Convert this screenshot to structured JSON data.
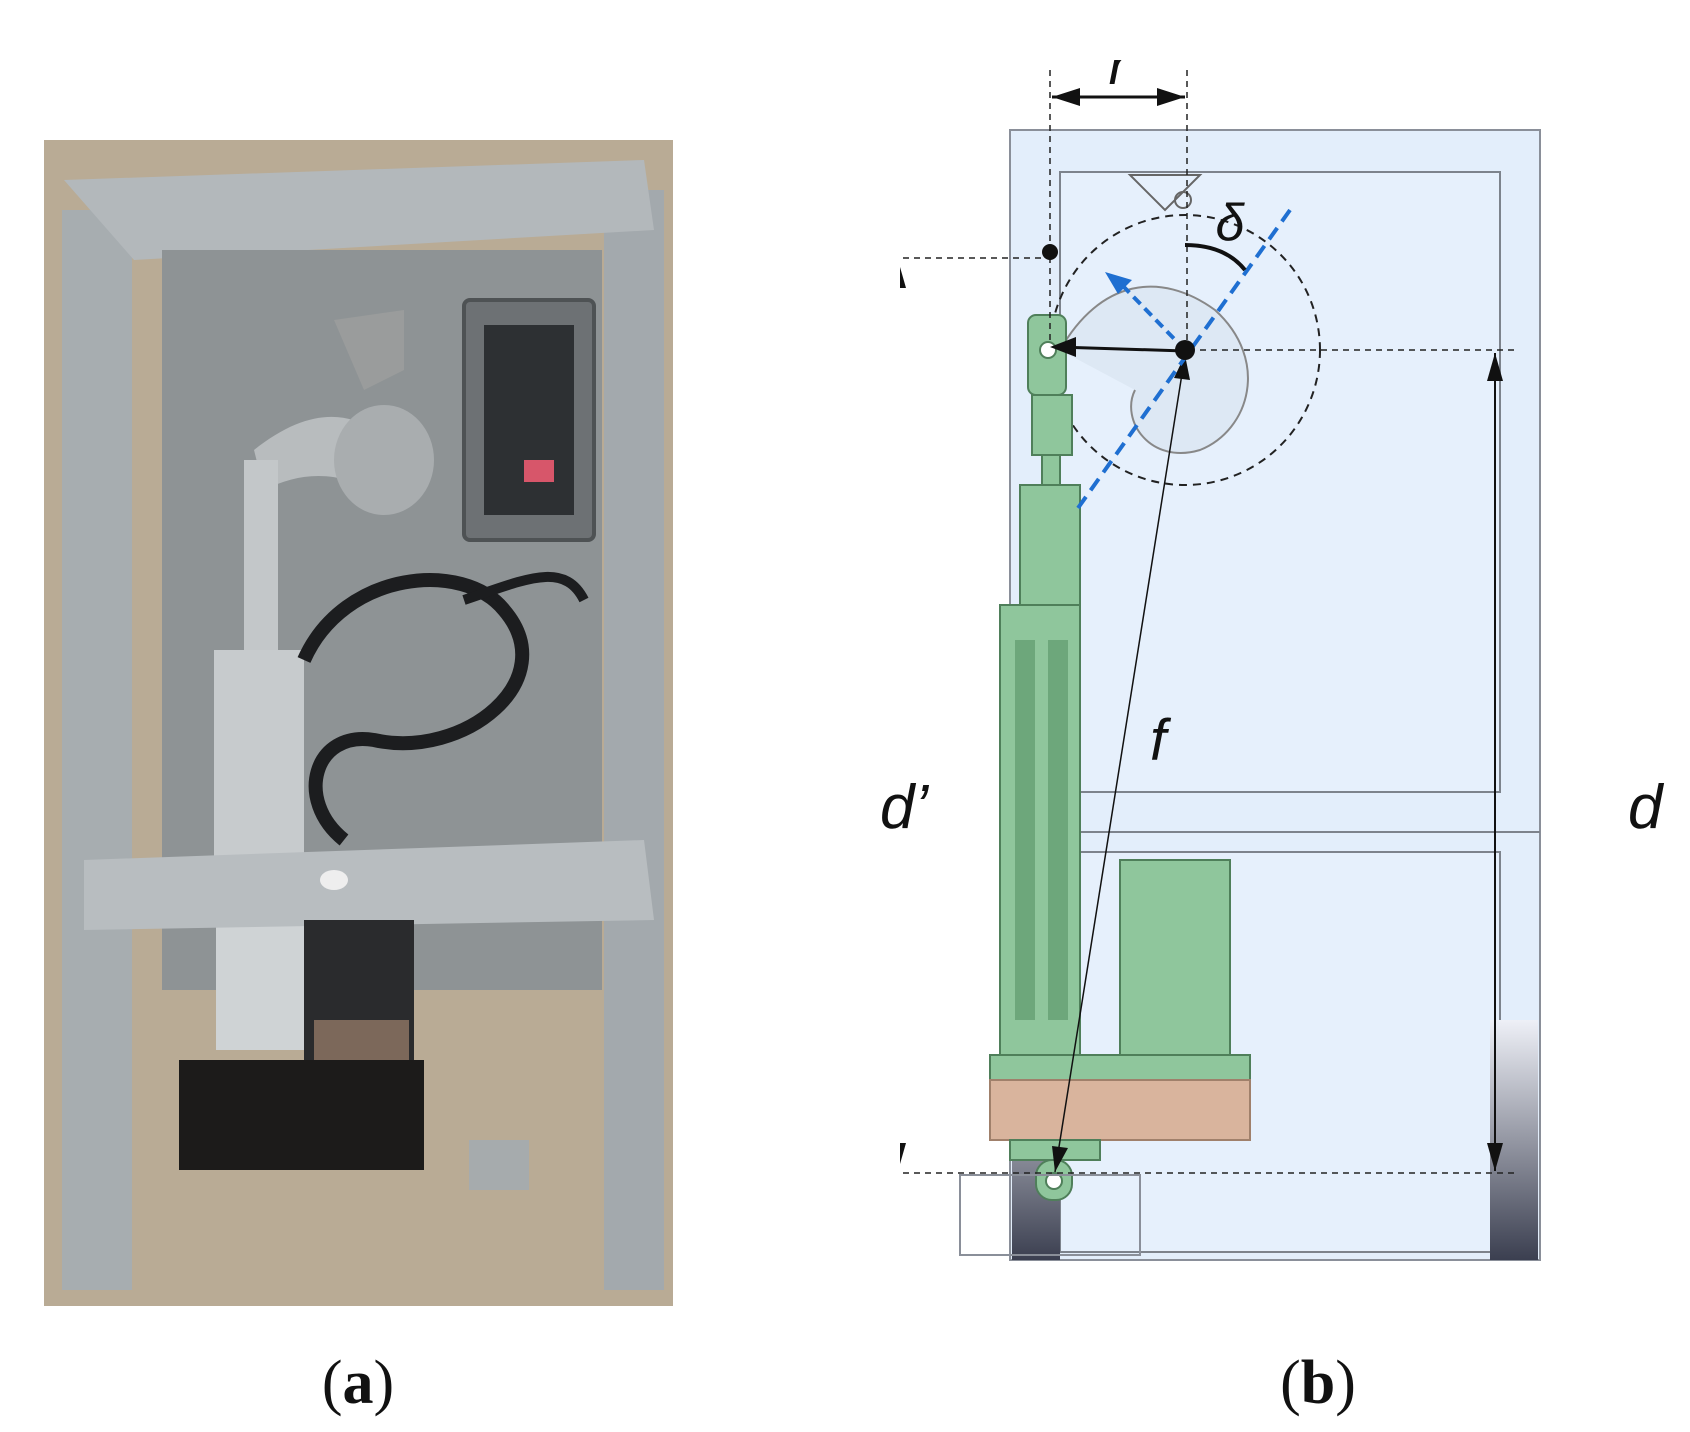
{
  "captions": {
    "a": {
      "open": "(",
      "letter": "a",
      "close": ")"
    },
    "b": {
      "open": "(",
      "letter": "b",
      "close": ")"
    }
  },
  "labels": {
    "r": "r",
    "delta": "δ",
    "d_prime": "d’",
    "f": "f",
    "d": "d"
  },
  "colors": {
    "housing_fill": "#e3eefb",
    "housing_stroke": "#8a8f99",
    "actuator_green": "#8fc69c",
    "actuator_dark": "#4f7f5a",
    "gearbox_tan": "#d9b49d",
    "angle_line_blue": "#1f6fd1",
    "photo_metal": "#9aa0a3",
    "photo_background": "#b9ab95"
  }
}
